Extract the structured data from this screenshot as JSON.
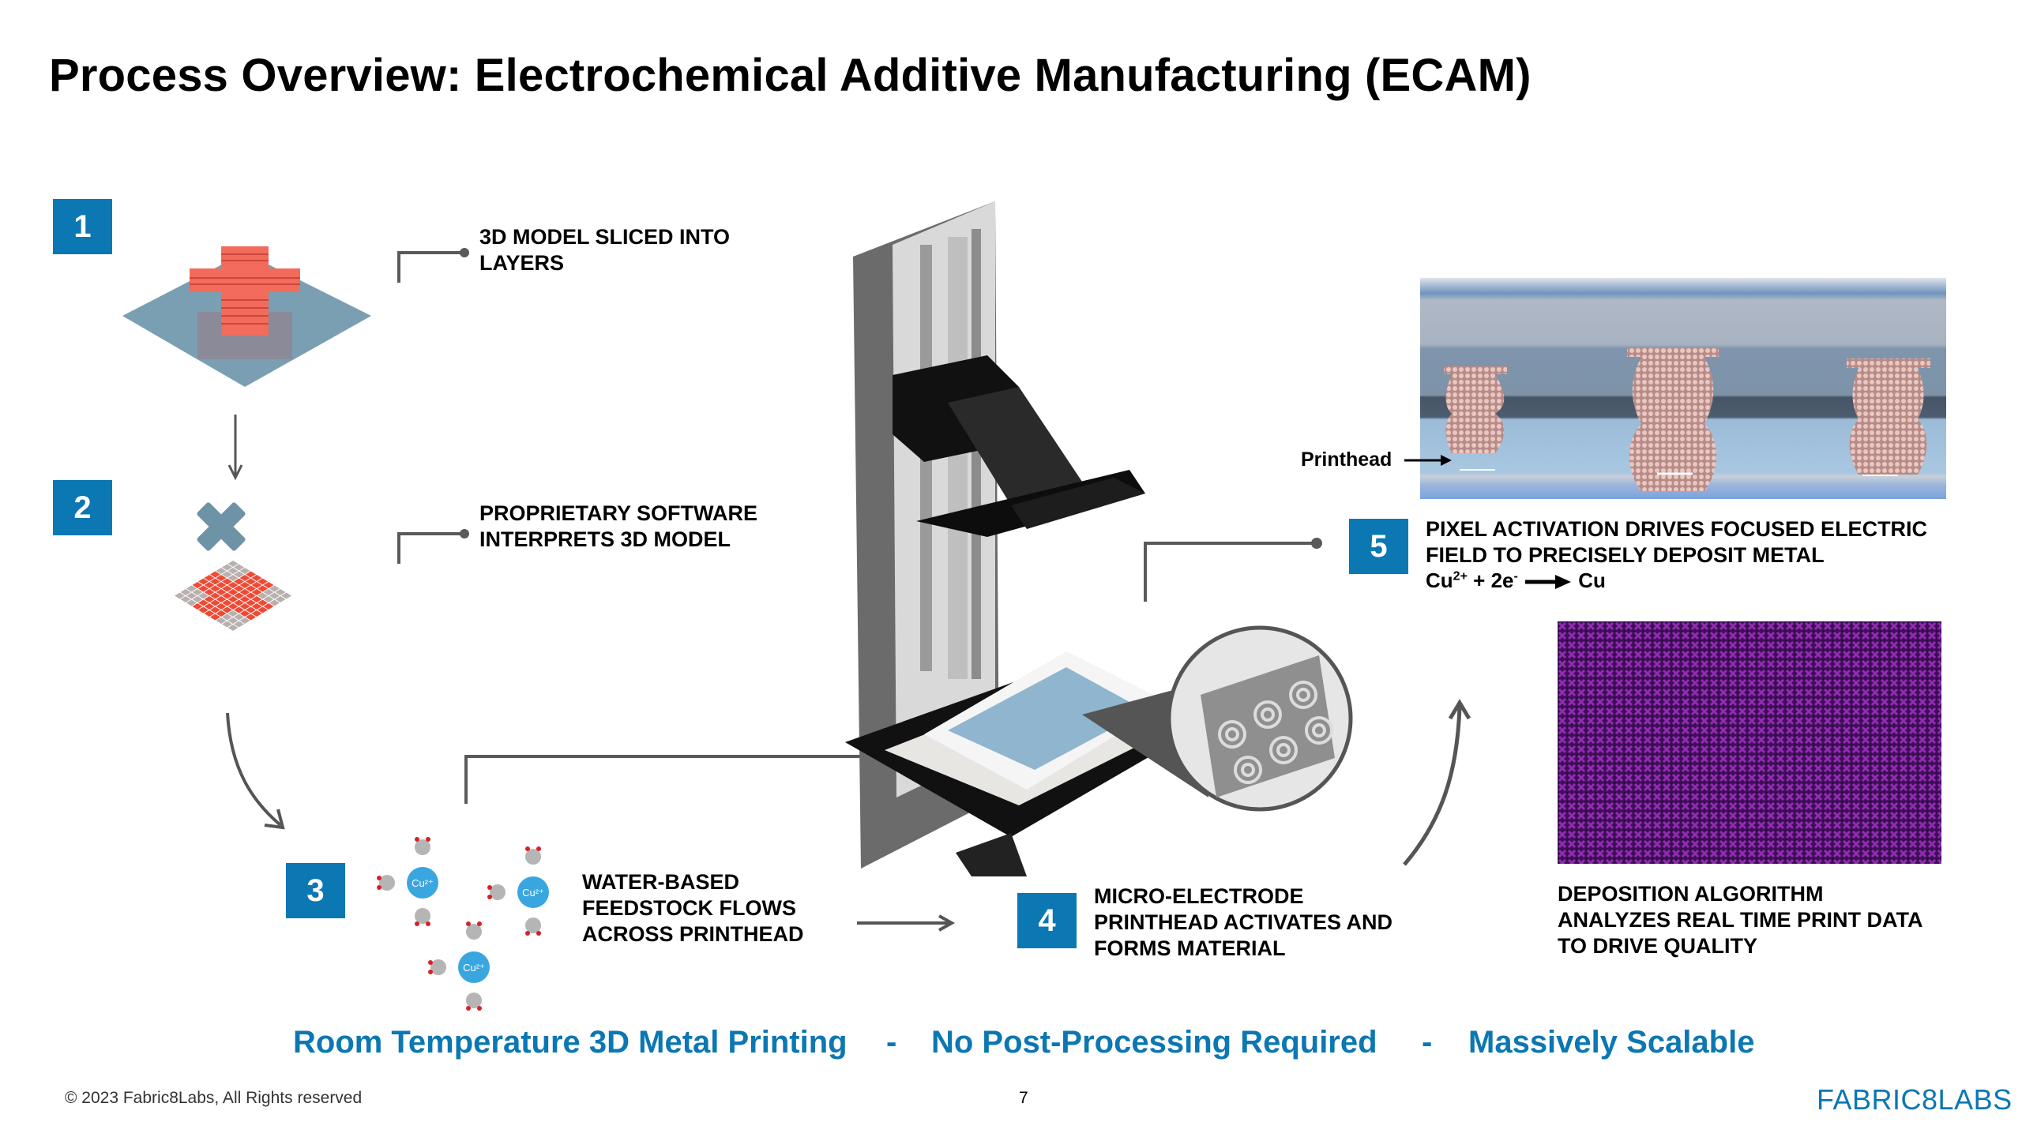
{
  "slide": {
    "title": "Process Overview: Electrochemical Additive Manufacturing (ECAM)",
    "page_number": "7",
    "copyright": "© 2023 Fabric8Labs, All Rights reserved",
    "logo": "FABRIC8LABS",
    "accent_color": "#0b77b3"
  },
  "steps": [
    {
      "number": "1",
      "lines": [
        "3D MODEL SLICED INTO",
        "LAYERS"
      ],
      "icon": "sliced-cross-model-icon"
    },
    {
      "number": "2",
      "lines": [
        "PROPRIETARY SOFTWARE",
        "INTERPRETS 3D MODEL"
      ],
      "icon": "pixel-grid-cross-icon"
    },
    {
      "number": "3",
      "lines": [
        "WATER-BASED",
        "FEEDSTOCK FLOWS",
        "ACROSS PRINTHEAD"
      ],
      "icon": "copper-ion-molecules-icon"
    },
    {
      "number": "4",
      "lines": [
        "MICRO-ELECTRODE",
        "PRINTHEAD ACTIVATES AND",
        "FORMS MATERIAL"
      ],
      "icon": "micro-electrode-magnifier-icon"
    },
    {
      "number": "5",
      "lines": [
        "PIXEL ACTIVATION DRIVES FOCUSED ELECTRIC",
        "FIELD TO PRECISELY DEPOSIT METAL"
      ],
      "icon": "printhead-deposition-image"
    }
  ],
  "equation": {
    "reactant": "Cu",
    "charge": "2+",
    "plus": "+ 2e",
    "electron_sign": "-",
    "product": "Cu"
  },
  "ion_label": "Cu²⁺",
  "printhead_label": "Printhead",
  "algorithm": {
    "lines": [
      "DEPOSITION ALGORITHM",
      "ANALYZES REAL TIME PRINT DATA",
      "TO DRIVE QUALITY"
    ]
  },
  "tagline": {
    "items": [
      "Room Temperature 3D Metal Printing",
      "No Post-Processing Required",
      "Massively Scalable"
    ],
    "separator": "-"
  }
}
